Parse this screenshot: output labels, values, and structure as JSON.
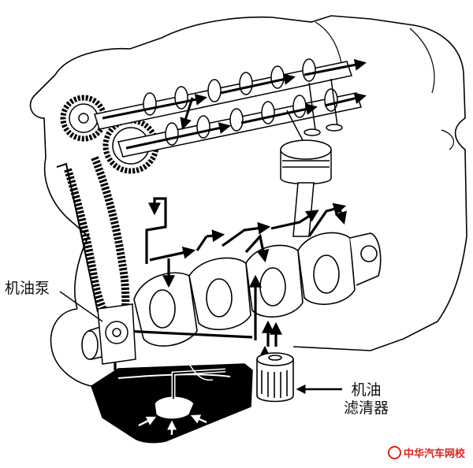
{
  "labels": {
    "oil_pump": "机油泵",
    "oil_filter_line1": "机油",
    "oil_filter_line2": "滤清器"
  },
  "watermark": {
    "text": "中华汽车网校",
    "color": "#d9261c"
  },
  "colors": {
    "line": "#000000",
    "oil_pan_fill": "#000000",
    "background": "#ffffff"
  }
}
